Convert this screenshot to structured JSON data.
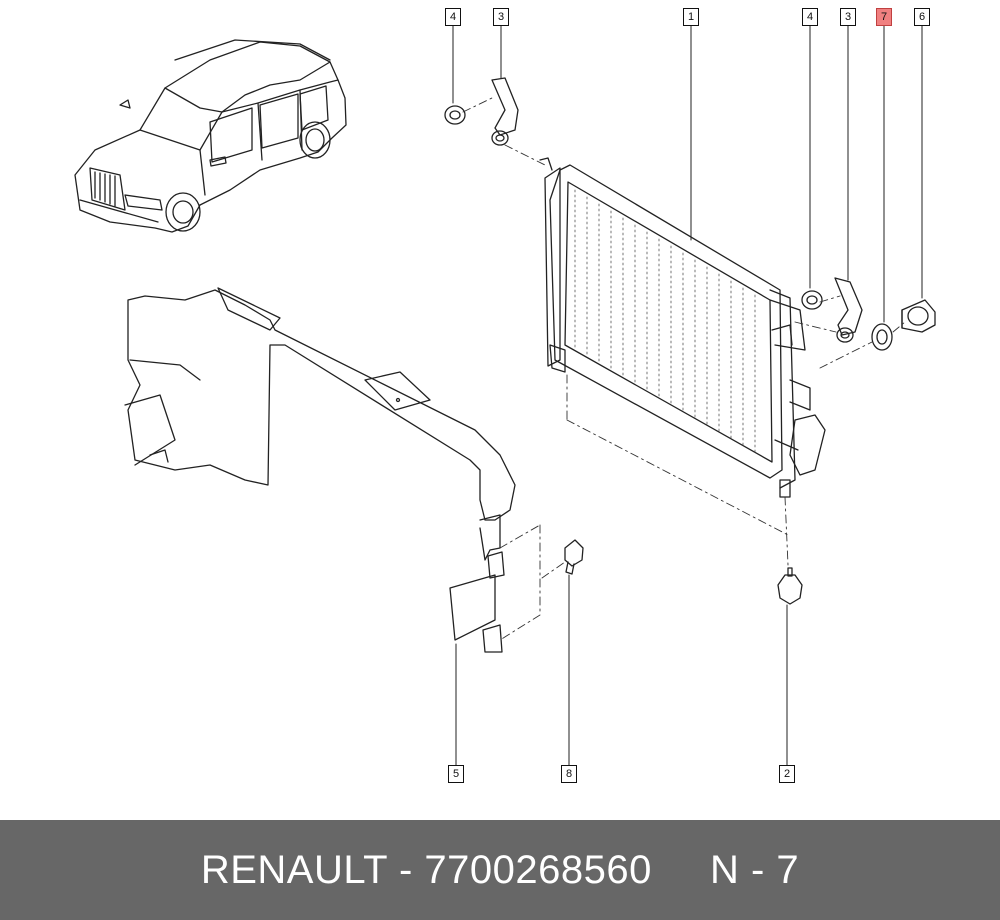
{
  "callouts": {
    "c4a": "4",
    "c3a": "3",
    "c1": "1",
    "c4b": "4",
    "c3b": "3",
    "c7": "7",
    "c6": "6",
    "c5": "5",
    "c8": "8",
    "c2": "2"
  },
  "highlighted_callout": "7",
  "colors": {
    "highlight": "#f08080",
    "footer_bg": "#676767",
    "footer_text": "#ffffff"
  },
  "footer": {
    "brand": "RENAULT",
    "part_number": "7700268560",
    "item": "N - 7"
  }
}
